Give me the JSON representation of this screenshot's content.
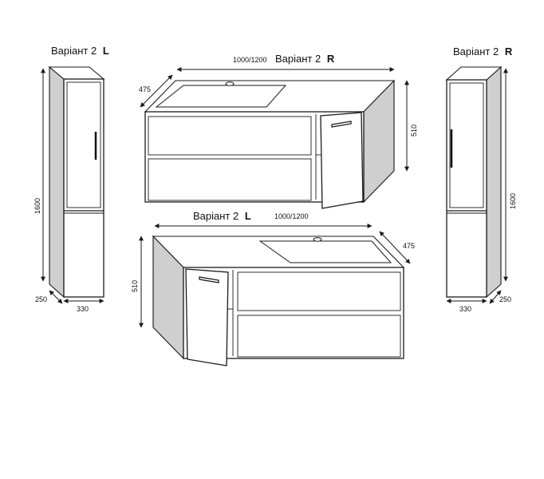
{
  "labels": {
    "variant_prefix": "Варіант 2",
    "left_mark": "L",
    "right_mark": "R"
  },
  "dimensions": {
    "vanity_width": "1000/1200",
    "vanity_depth": "475",
    "vanity_height": "510",
    "column_height": "1600",
    "column_depth": "250",
    "column_width": "330"
  },
  "colors": {
    "line": "#1a1a1a",
    "side_panel": "#cfcfcf",
    "background": "#ffffff"
  }
}
